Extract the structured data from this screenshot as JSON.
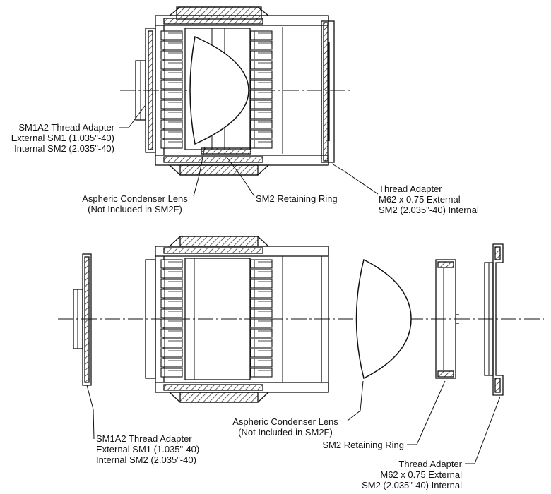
{
  "top_assembly": {
    "adapter_label": [
      "SM1A2 Thread Adapter",
      "External SM1 (1.035\"-40)",
      "Internal SM2 (2.035\"-40)"
    ],
    "lens_label": [
      "Aspheric Condenser Lens",
      "(Not Included in SM2F)"
    ],
    "ring_label": [
      "SM2 Retaining Ring"
    ],
    "thread_adapter_label": [
      "Thread Adapter",
      "M62 x 0.75 External",
      "SM2 (2.035\"-40) Internal"
    ]
  },
  "exploded_view": {
    "adapter_label": [
      "SM1A2 Thread Adapter",
      "External SM1 (1.035\"-40)",
      "Internal SM2 (2.035\"-40)"
    ],
    "lens_label": [
      "Aspheric Condenser Lens",
      "(Not Included in SM2F)"
    ],
    "ring_label": [
      "SM2 Retaining Ring"
    ],
    "thread_adapter_label": [
      "Thread Adapter",
      "M62 x 0.75 External",
      "SM2 (2.035\"-40) Internal"
    ]
  }
}
